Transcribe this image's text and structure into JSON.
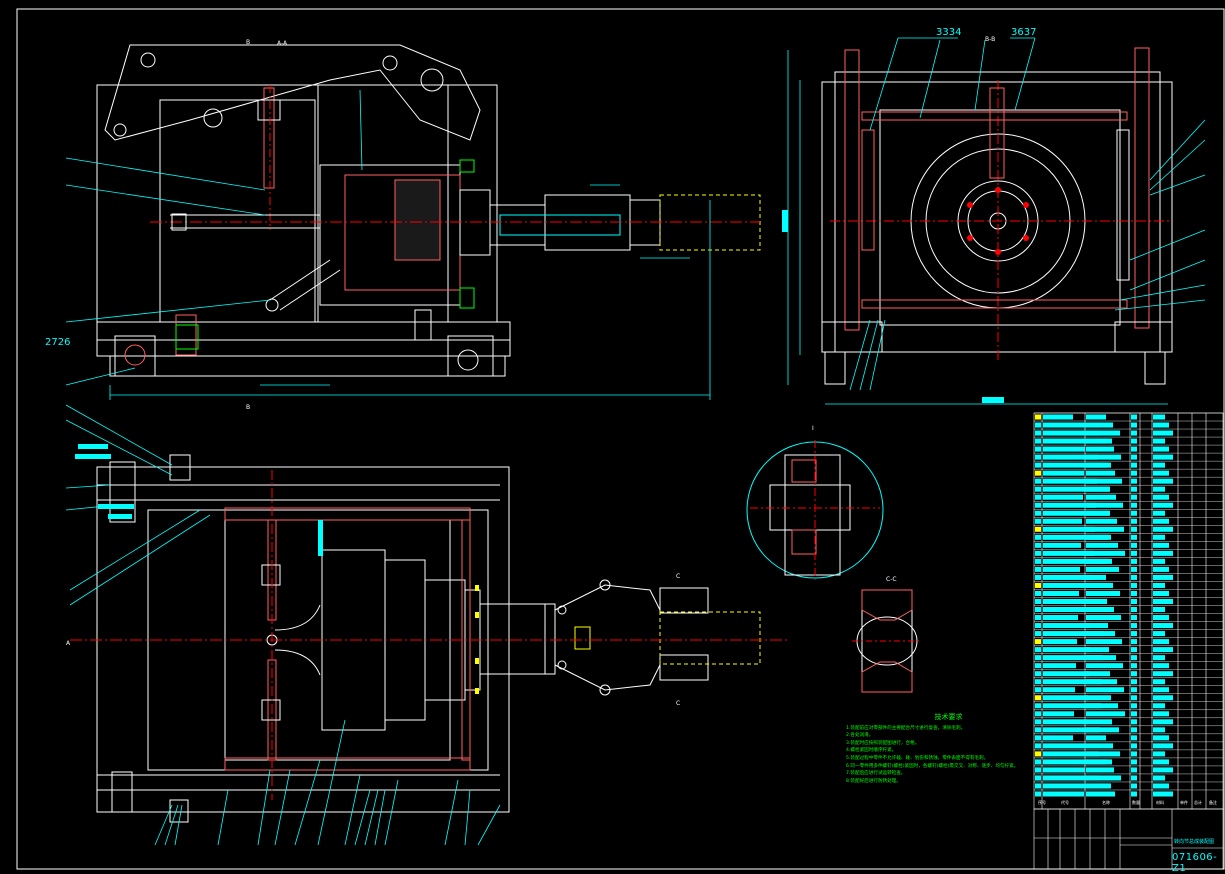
{
  "drawing": {
    "type": "CAD mechanical assembly drawing",
    "background": "#000000",
    "colors": {
      "outline": "#ffffff",
      "dimension": "#00ffff",
      "centerline": "#ff0000",
      "hidden": "#ffff00",
      "hatch": "#ff6060",
      "notes": "#00ff00",
      "highlight": "#ffff00",
      "fill_blue": "#0000ff",
      "magenta": "#ff00ff"
    }
  },
  "views": {
    "section_aa": {
      "label": "A-A",
      "cut_marker_top": "B",
      "cut_marker_bottom": "B"
    },
    "side_view": {
      "label": "B-B"
    },
    "plan_view": {
      "cut_marker": "A"
    },
    "detail_cc": {
      "label": "C-C",
      "cut_marker": "C"
    },
    "detail_circle": {
      "label": "I"
    }
  },
  "annotations": {
    "part_numbers_top": [
      "3334",
      "3637"
    ],
    "part_number_left": "2726"
  },
  "technical_requirements": {
    "title": "技术要求",
    "items": [
      "1.装配前应对零部件的主要配合尺寸进行复查，清除毛刺。",
      "2.各处润滑。",
      "3.装配时应按照装配图进行，合格。",
      "4.螺栓紧固时顺序拧紧。",
      "5.装配过程中零件不允许磕、碰、划伤和锈蚀，零件表面不得有毛刺。",
      "6.同一零件用多件螺钉(螺栓)紧固时，各螺钉(螺栓)需交叉、对称、逐步、均匀拧紧。",
      "7.装配后应进行试运转检查。",
      "8.装配好后进行防锈处理。"
    ]
  },
  "bom": {
    "header": [
      "序号",
      "代号",
      "名称",
      "数量",
      "材料",
      "单件",
      "总计",
      "备注"
    ],
    "row_count": 48
  },
  "title_block": {
    "drawing_title": "转向节总成装配图",
    "drawing_number": "071606-Z1"
  }
}
